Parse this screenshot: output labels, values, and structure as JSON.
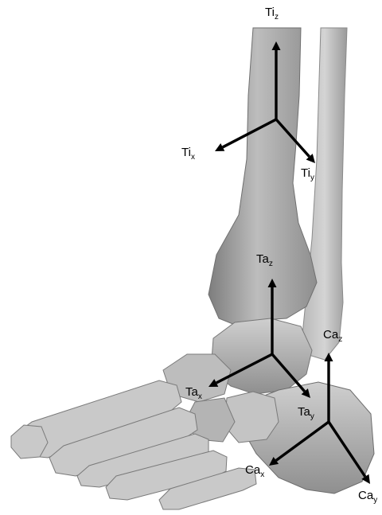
{
  "figure": {
    "colors": {
      "bone_light": "#c8c8c8",
      "bone_mid": "#a9a9a9",
      "bone_dark": "#7a7a7a",
      "axis": "#000000"
    },
    "frames": [
      {
        "id": "tibia",
        "base": "Ti",
        "axes": {
          "x": {
            "base": "Ti",
            "sub": "x"
          },
          "y": {
            "base": "Ti",
            "sub": "y"
          },
          "z": {
            "base": "Ti",
            "sub": "z"
          }
        }
      },
      {
        "id": "talus",
        "base": "Ta",
        "axes": {
          "x": {
            "base": "Ta",
            "sub": "x"
          },
          "y": {
            "base": "Ta",
            "sub": "y"
          },
          "z": {
            "base": "Ta",
            "sub": "z"
          }
        }
      },
      {
        "id": "calcaneus",
        "base": "Ca",
        "axes": {
          "x": {
            "base": "Ca",
            "sub": "x"
          },
          "y": {
            "base": "Ca",
            "sub": "y"
          },
          "z": {
            "base": "Ca",
            "sub": "z"
          }
        }
      }
    ]
  }
}
